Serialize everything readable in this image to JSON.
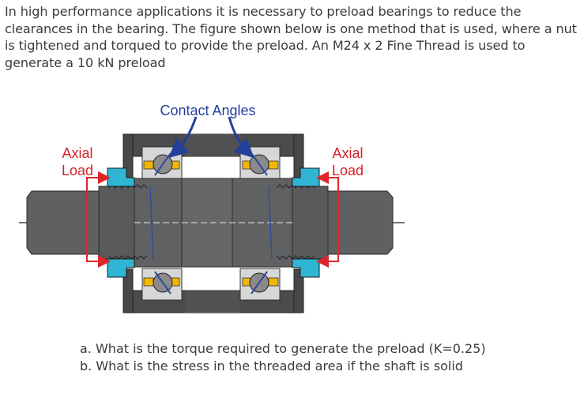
{
  "intro_text": "In high performance applications it is necessary to preload bearings to reduce the clearances in the bearing.  The figure shown below is one method that is used, where a nut is tightened and torqued to provide the preload.  An M24 x 2 Fine Thread is used to generate a 10 kN preload",
  "figure": {
    "contact_angles_label": "Contact Angles",
    "left_load_line1": "Axial",
    "left_load_line2": "Load",
    "right_load_line1": "Axial",
    "right_load_line2": "Load",
    "colors": {
      "shaft": "#5f6061",
      "shaft_dark": "#3e3f40",
      "housing": "#4a4b4c",
      "nut": "#2fb6d4",
      "bearing_race": "#d7d7d7",
      "ball": "#8a8a8a",
      "cage": "#f2b705",
      "arrow_red": "#e0242b",
      "contact_line": "#2f4a9c",
      "label_blue": "#23409a",
      "label_red": "#d42228"
    }
  },
  "questions": [
    "a. What is the torque required to generate the preload (K=0.25)",
    "b. What is the stress in the threaded area if the shaft is solid"
  ]
}
